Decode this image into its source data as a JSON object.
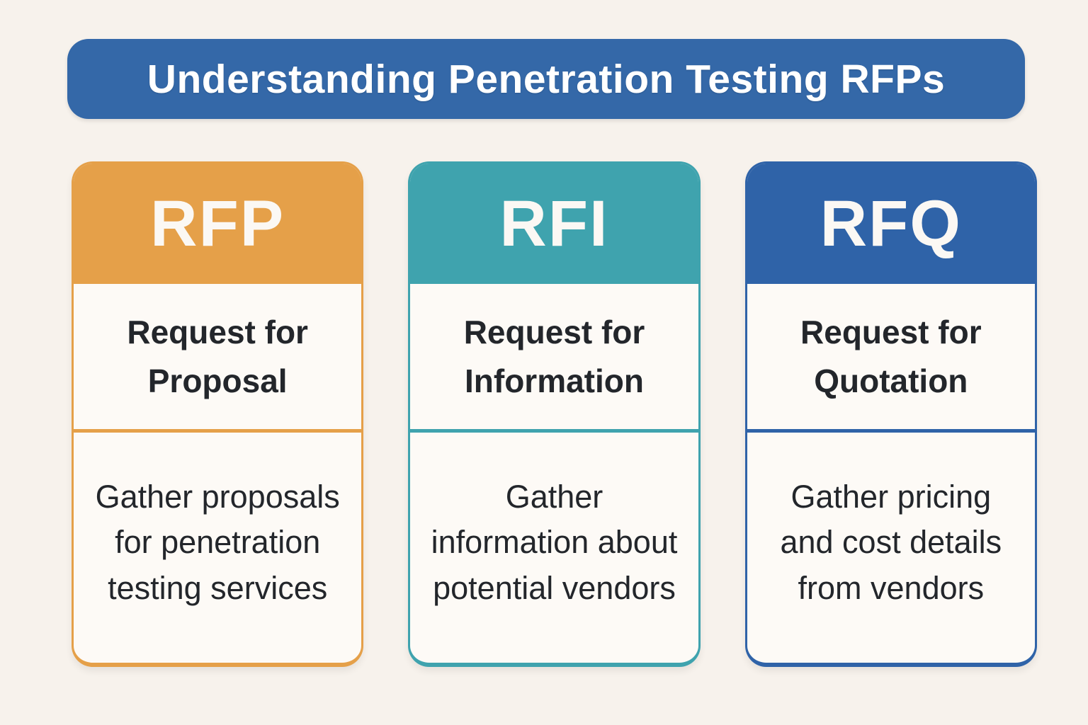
{
  "page": {
    "background_color": "#f7f2ec",
    "text_color": "#23262b",
    "card_background_color": "#fdfaf6"
  },
  "banner": {
    "title": "Understanding Penetration Testing RFPs",
    "background_color": "#3468a8",
    "text_color": "#ffffff"
  },
  "cards": [
    {
      "acronym": "RFP",
      "expansion": "Request for Proposal",
      "description": "Gather proposals for penetration testing services",
      "accent_color": "#e5a049"
    },
    {
      "acronym": "RFI",
      "expansion": "Request for Information",
      "description": "Gather information about potential vendors",
      "accent_color": "#3fa3ae"
    },
    {
      "acronym": "RFQ",
      "expansion": "Request for Quotation",
      "description": "Gather pricing and cost details from vendors",
      "accent_color": "#2f63a8"
    }
  ]
}
